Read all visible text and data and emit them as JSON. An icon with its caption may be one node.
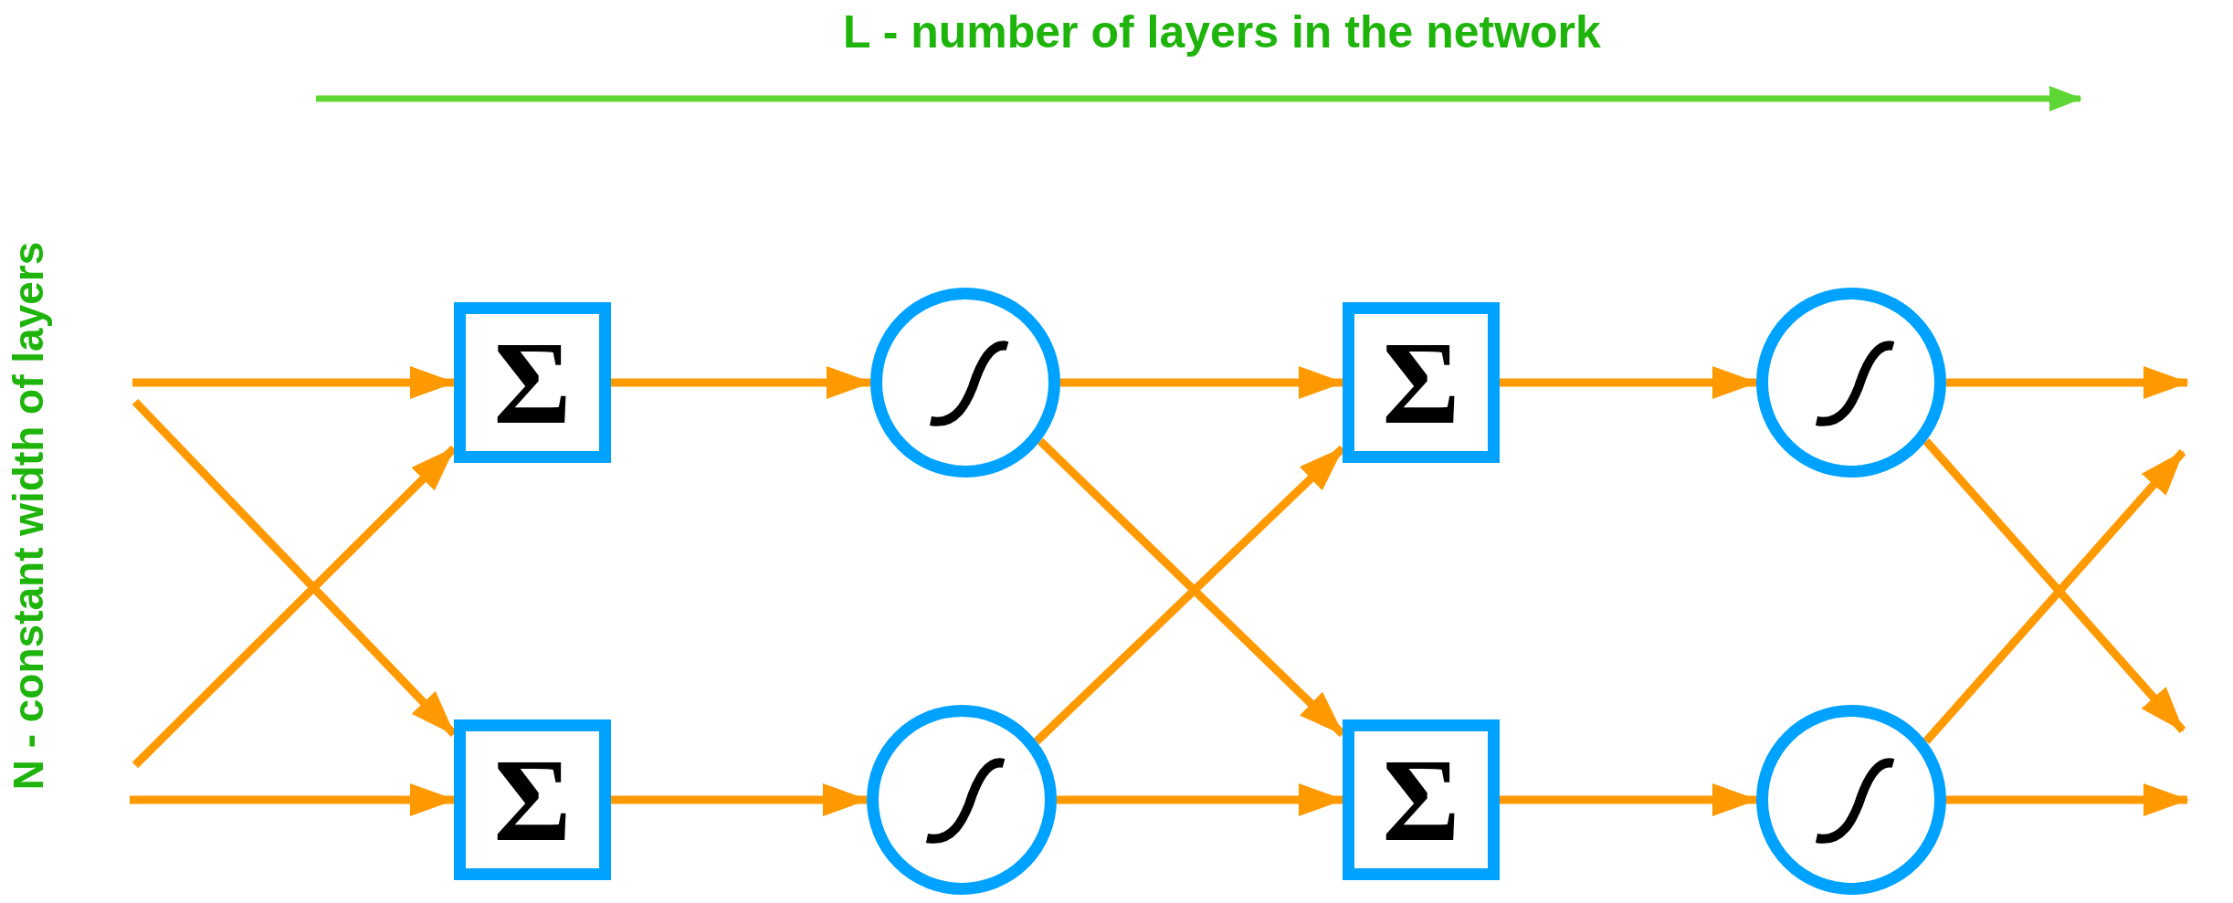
{
  "diagram": {
    "nodes": [
      {
        "text": [
          "Σ"
        ]
      },
      {
        "text": [
          "Σ"
        ]
      },
      {
        "text": [],
        "shape": "circle"
      },
      {
        "text": [],
        "shape": "circle"
      },
      {
        "text": [
          "Σ"
        ]
      },
      {
        "text": [
          "Σ"
        ]
      },
      {
        "text": [],
        "shape": "circle"
      },
      {
        "text": [],
        "shape": "circle"
      }
    ],
    "edges": [
      {
        "from": null,
        "to": 0,
        "arrow": "to"
      },
      {
        "from": null,
        "to": 1,
        "arrow": "to"
      },
      {
        "from": null,
        "to": 0,
        "arrow": "to"
      },
      {
        "from": null,
        "to": 1,
        "arrow": "to"
      },
      {
        "from": 0,
        "to": 2,
        "arrow": "to"
      },
      {
        "from": 1,
        "to": 3,
        "arrow": "to"
      },
      {
        "from": 2,
        "to": 4,
        "arrow": "to"
      },
      {
        "from": 2,
        "to": 5,
        "arrow": "to"
      },
      {
        "from": 3,
        "to": 4,
        "arrow": "to"
      },
      {
        "from": 3,
        "to": 5,
        "arrow": "to"
      },
      {
        "from": 4,
        "to": 6,
        "arrow": "to"
      },
      {
        "from": 5,
        "to": 7,
        "arrow": "to"
      },
      {
        "from": 6,
        "to": null,
        "arrow": "to"
      },
      {
        "from": 6,
        "to": null,
        "arrow": "to"
      },
      {
        "from": 7,
        "to": null,
        "arrow": "to"
      },
      {
        "from": 7,
        "to": null,
        "arrow": "to"
      }
    ],
    "labels": [
      "L - number of layers in the network",
      "N - constant width of layers"
    ]
  }
}
